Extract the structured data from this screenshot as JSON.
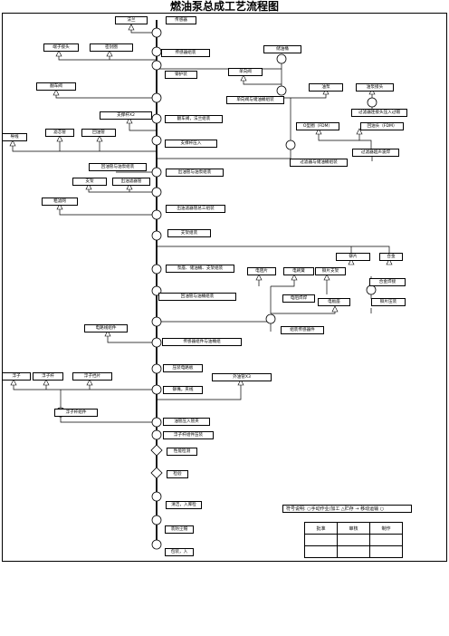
{
  "title": "燃油泵总成工艺流程图",
  "stations": [
    {
      "id": "s1",
      "label": "传感器"
    },
    {
      "id": "s2",
      "label": "传感器组装"
    },
    {
      "id": "s3",
      "label": "铆护装"
    },
    {
      "id": "s4",
      "label": "翻车阀，法兰组装"
    },
    {
      "id": "s5",
      "label": "支撑杆压入"
    },
    {
      "id": "s6",
      "label": "出油管与油泵组装"
    },
    {
      "id": "s7",
      "label": "出油滤器管总三组装"
    },
    {
      "id": "s8",
      "label": "支架组装"
    },
    {
      "id": "s9",
      "label": "泵座、储油桶、支架组装"
    },
    {
      "id": "s10",
      "label": "回油管与油桶组装"
    },
    {
      "id": "s11",
      "label": "传感器组件与油桶组"
    },
    {
      "id": "s12",
      "label": "压装电路板"
    },
    {
      "id": "s13",
      "label": "铆嘴，夹线"
    },
    {
      "id": "s14",
      "label": "油管压入管夹"
    },
    {
      "id": "s15",
      "label": "浮子杆组件压装"
    },
    {
      "id": "s16",
      "label": "性能检测"
    },
    {
      "id": "s17",
      "label": "检验"
    },
    {
      "id": "s18",
      "label": "清洁，入库检"
    },
    {
      "id": "s19",
      "label": "装防尘帽"
    },
    {
      "id": "s20",
      "label": "包装，入"
    }
  ],
  "parts": [
    {
      "id": "p_flange",
      "label": "法兰"
    },
    {
      "id": "p_connector",
      "label": "端子接头"
    },
    {
      "id": "p_cable",
      "label": "密封圈"
    },
    {
      "id": "p_rollover",
      "label": "翻车阀"
    },
    {
      "id": "p_support",
      "label": "支撑杆X2"
    },
    {
      "id": "p_guide",
      "label": "导线"
    },
    {
      "id": "p_filter",
      "label": "滤芯管"
    },
    {
      "id": "p_return",
      "label": "回油管"
    },
    {
      "id": "p_pumpsub",
      "label": "回油管与油泵组装"
    },
    {
      "id": "p_bracket",
      "label": "支架"
    },
    {
      "id": "p_outtube",
      "label": "出油滤器管"
    },
    {
      "id": "p_strainer",
      "label": "粗滤网"
    },
    {
      "id": "p_oilbucket",
      "label": "储油桶"
    },
    {
      "id": "p_checkvalve",
      "label": "单向阀"
    },
    {
      "id": "p_checkasm",
      "label": "单向阀与储油桶组装"
    },
    {
      "id": "p_pump",
      "label": "油泵"
    },
    {
      "id": "p_pumpjoint",
      "label": "油泵接头"
    },
    {
      "id": "p_jointpress",
      "label": "过滤器连接头压入过帽"
    },
    {
      "id": "p_ring1",
      "label": "O型圈（FDM）"
    },
    {
      "id": "p_ring2",
      "label": "回油头（FDM）"
    },
    {
      "id": "p_pumpweld",
      "label": "过滤器超声波焊"
    },
    {
      "id": "p_pumpasm",
      "label": "过滤器与储油桶组装"
    },
    {
      "id": "p_rivet",
      "label": "铆片"
    },
    {
      "id": "p_alloy",
      "label": "合金"
    },
    {
      "id": "p_resistor",
      "label": "电阻片"
    },
    {
      "id": "p_spring",
      "label": "电刷簧"
    },
    {
      "id": "p_tab",
      "label": "铆片支架"
    },
    {
      "id": "p_alloyweld",
      "label": "合金焊接"
    },
    {
      "id": "p_weld2",
      "label": "电阻焊焊"
    },
    {
      "id": "p_board",
      "label": "电板座"
    },
    {
      "id": "p_tabasm",
      "label": "铆片压装"
    },
    {
      "id": "p_sensorasm",
      "label": "组装传感器件"
    },
    {
      "id": "p_wireasm",
      "label": "电路线组件"
    },
    {
      "id": "p_float",
      "label": "浮子"
    },
    {
      "id": "p_floatrod",
      "label": "浮子杆"
    },
    {
      "id": "p_floatarm",
      "label": "浮子挡片"
    },
    {
      "id": "p_outerpipe",
      "label": "外油管X3"
    },
    {
      "id": "p_floatasm",
      "label": "浮子杆组件"
    }
  ],
  "legend": "符号说明: ○手动作业/加工  △贮存  → 移动运输  ○",
  "approval": {
    "approve": "批准",
    "review": "审核",
    "make": "制作"
  }
}
